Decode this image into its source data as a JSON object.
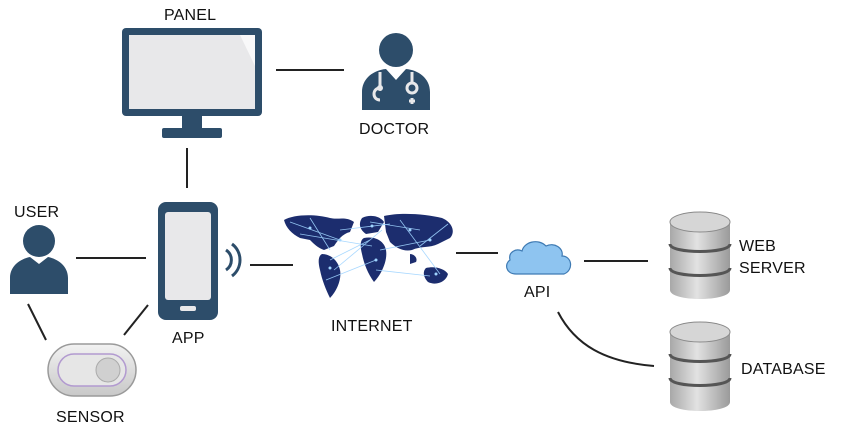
{
  "labels": {
    "panel": "PANEL",
    "doctor": "DOCTOR",
    "user": "USER",
    "app": "APP",
    "internet": "INTERNET",
    "api": "API",
    "web_server_line1": "WEB",
    "web_server_line2": "SERVER",
    "database": "DATABASE",
    "sensor": "SENSOR"
  },
  "colors": {
    "primary": "#2d4d6a",
    "screen": "#e8e8ea",
    "cloud": "#8ec4f0",
    "map_land": "#1c2d6e",
    "map_lines": "#9fd4ff",
    "db_silver": "#c9c9c9",
    "line": "#222222"
  }
}
